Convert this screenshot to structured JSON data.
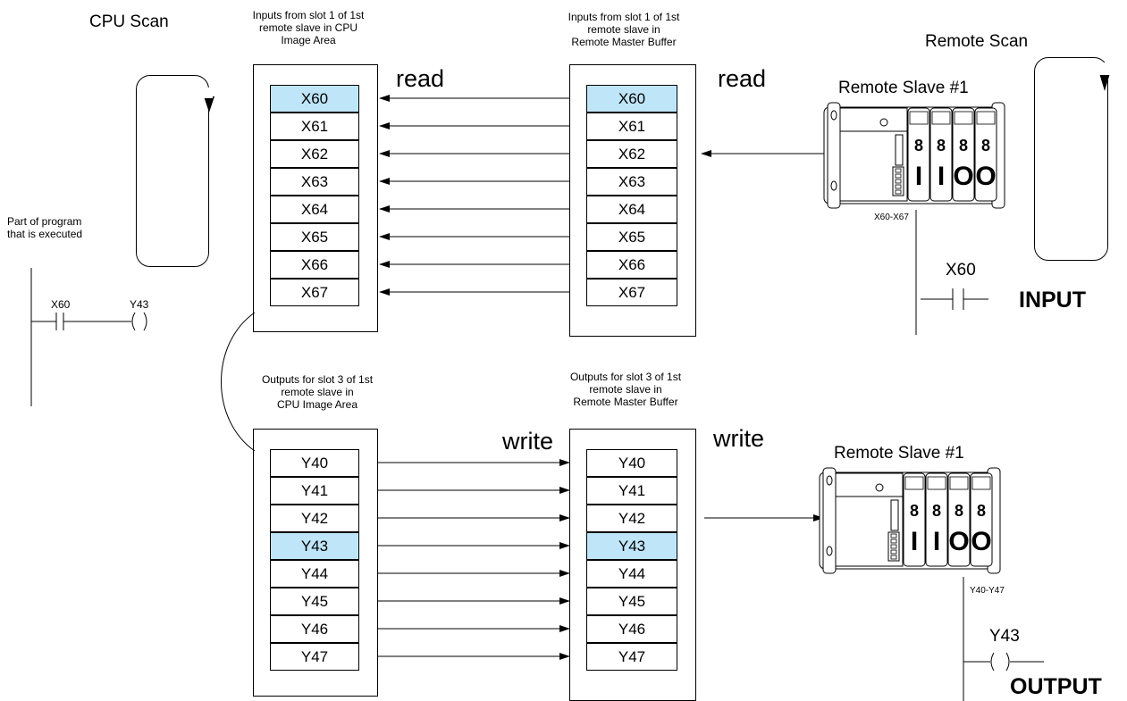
{
  "cpu_scan_label": "CPU Scan",
  "remote_scan_label": "Remote Scan",
  "program_note": [
    "Part of program",
    "that is executed"
  ],
  "ladder": {
    "contact": "X60",
    "coil": "Y43"
  },
  "input_cpu": {
    "caption": [
      "Inputs from slot 1 of 1st",
      "remote slave in CPU",
      "Image Area"
    ],
    "cells": [
      "X60",
      "X61",
      "X62",
      "X63",
      "X64",
      "X65",
      "X66",
      "X67"
    ],
    "highlight": "X60"
  },
  "input_buffer": {
    "caption": [
      "Inputs from slot 1 of 1st",
      "remote slave in",
      "Remote Master Buffer"
    ],
    "cells": [
      "X60",
      "X61",
      "X62",
      "X63",
      "X64",
      "X65",
      "X66",
      "X67"
    ],
    "highlight": "X60"
  },
  "output_cpu": {
    "caption": [
      "Outputs for slot 3 of 1st",
      "remote slave in",
      "CPU Image Area"
    ],
    "cells": [
      "Y40",
      "Y41",
      "Y42",
      "Y43",
      "Y44",
      "Y45",
      "Y46",
      "Y47"
    ],
    "highlight": "Y43"
  },
  "output_buffer": {
    "caption": [
      "Outputs for slot 3 of 1st",
      "remote slave in",
      "Remote Master Buffer"
    ],
    "cells": [
      "Y40",
      "Y41",
      "Y42",
      "Y43",
      "Y44",
      "Y45",
      "Y46",
      "Y47"
    ],
    "highlight": "Y43"
  },
  "read_label": "read",
  "write_label": "write",
  "remote_slave_label": "Remote Slave #1",
  "slave_modules": [
    {
      "top": "8",
      "bottom": "I"
    },
    {
      "top": "8",
      "bottom": "I"
    },
    {
      "top": "8",
      "bottom": "O"
    },
    {
      "top": "8",
      "bottom": "O"
    }
  ],
  "input_range": "X60-X67",
  "output_range": "Y40-Y47",
  "input_contact": "X60",
  "input_word": "INPUT",
  "output_coil": "Y43",
  "output_word": "OUTPUT",
  "colors": {
    "highlight": "#bfe6f8",
    "line": "#000000"
  }
}
